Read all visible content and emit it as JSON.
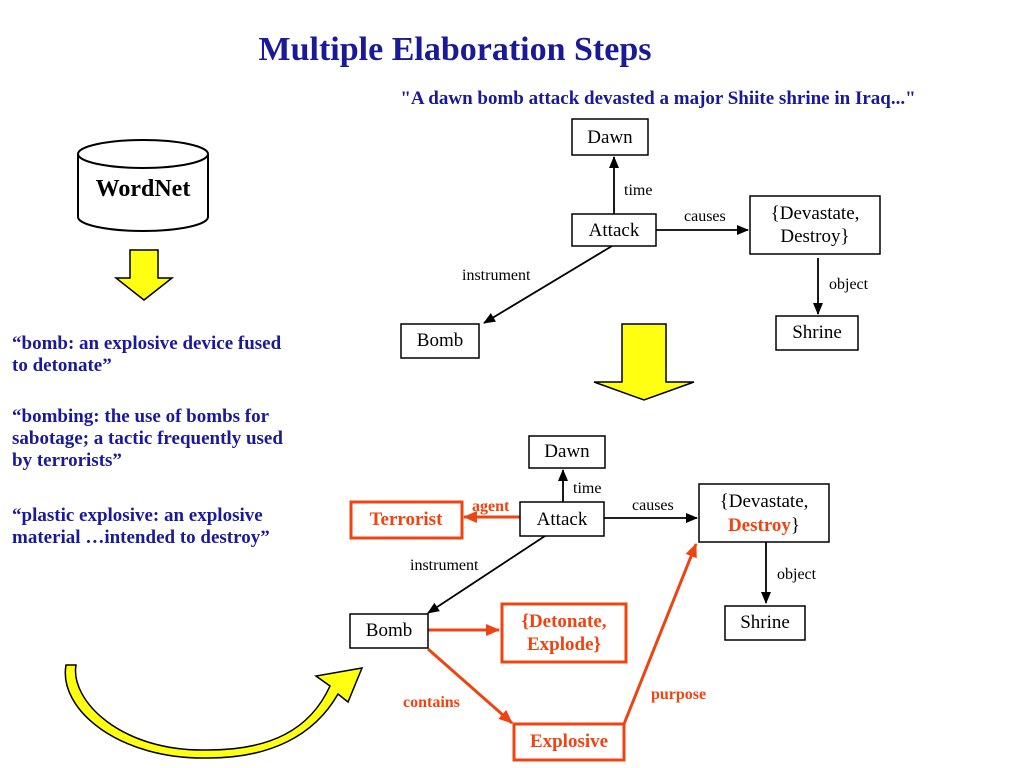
{
  "title": "Multiple Elaboration Steps",
  "quote": "\"A dawn bomb attack devasted a major Shiite shrine in Iraq...\"",
  "wordnet_label": "WordNet",
  "definitions": [
    {
      "line1": "“bomb: an explosive device fused",
      "line2": "to detonate”",
      "line3": ""
    },
    {
      "line1": "“bombing: the use of bombs for",
      "line2": "sabotage; a tactic frequently used",
      "line3": "by terrorists”"
    },
    {
      "line1": "“plastic explosive: an explosive",
      "line2": "material …intended to destroy”",
      "line3": ""
    }
  ],
  "graph_top": {
    "dawn": "Dawn",
    "attack": "Attack",
    "devastate_line1": "{Devastate,",
    "devastate_line2": "Destroy}",
    "bomb": "Bomb",
    "shrine": "Shrine",
    "edge_time": "time",
    "edge_causes": "causes",
    "edge_instrument": "instrument",
    "edge_object": "object"
  },
  "graph_bottom": {
    "dawn": "Dawn",
    "attack": "Attack",
    "devastate_line1": "{Devastate,",
    "devastate_line2_red": "Destroy",
    "devastate_line2_end": "}",
    "bomb": "Bomb",
    "shrine": "Shrine",
    "terrorist": "Terrorist",
    "detonate_line1": "{Detonate,",
    "detonate_line2": "Explode}",
    "explosive": "Explosive",
    "edge_time": "time",
    "edge_causes": "causes",
    "edge_instrument": "instrument",
    "edge_object": "object",
    "edge_agent": "agent",
    "edge_contains": "contains",
    "edge_purpose": "purpose"
  },
  "colors": {
    "title_blue": "#1a1a99",
    "accent_red": "#ee4411",
    "arrow_yellow": "#ffff11"
  }
}
